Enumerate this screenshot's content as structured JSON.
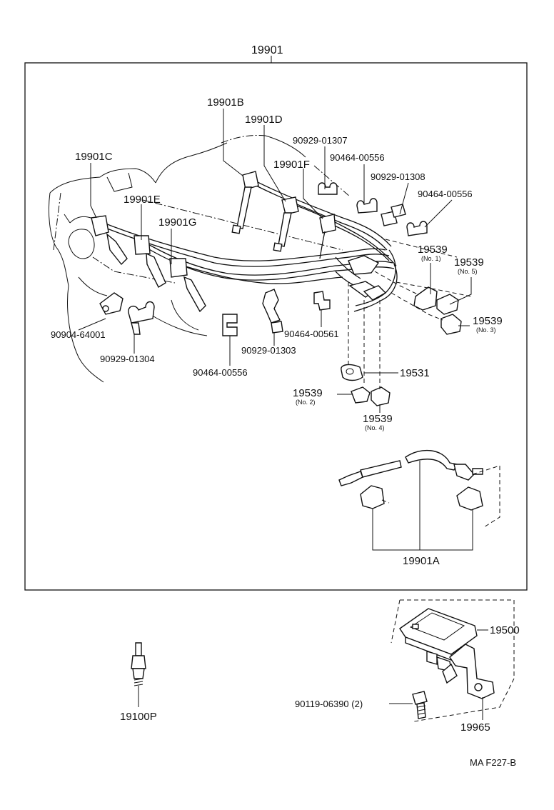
{
  "labels": {
    "assy": "19901",
    "cord_b": "19901B",
    "cord_d": "19901D",
    "cord_c": "19901C",
    "cord_e": "19901E",
    "cord_f": "19901F",
    "cord_g": "19901G",
    "cord_a": "19901A",
    "clamp_01307": "90929-01307",
    "clamp_00556_a": "90464-00556",
    "clamp_01308": "90929-01308",
    "clamp_00556_b": "90464-00556",
    "clamp_64001": "90904-64001",
    "clamp_01304": "90929-01304",
    "clamp_00556_c": "90464-00556",
    "clamp_01303": "90929-01303",
    "clamp_00561": "90464-00561",
    "holder_no1": "19539",
    "holder_no1_sub": "(No. 1)",
    "holder_no5": "19539",
    "holder_no5_sub": "(No. 5)",
    "holder_no3": "19539",
    "holder_no3_sub": "(No. 3)",
    "holder_19531": "19531",
    "holder_no2": "19539",
    "holder_no2_sub": "(No. 2)",
    "holder_no4": "19539",
    "holder_no4_sub": "(No. 4)",
    "igniter": "19500",
    "bracket": "19965",
    "bolt": "90119-06390 (2)",
    "spark_plug": "19100P",
    "figure_code": "MA F227-B"
  }
}
